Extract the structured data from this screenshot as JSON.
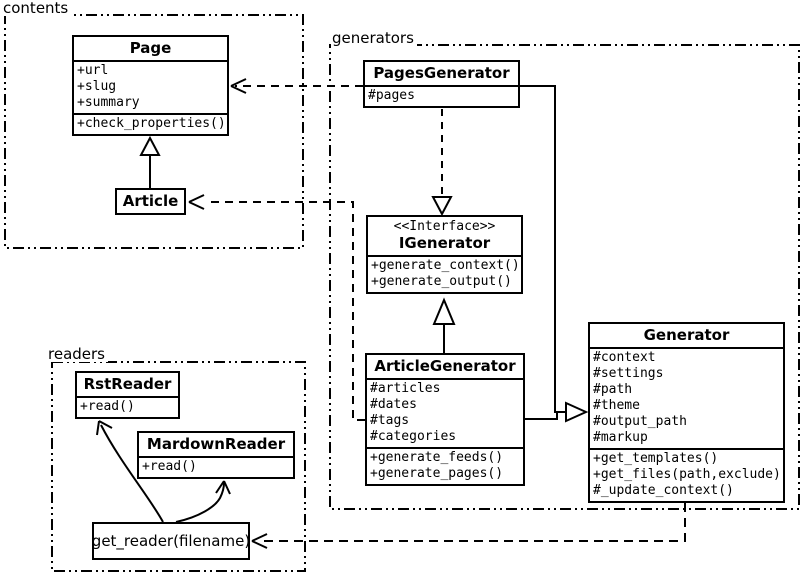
{
  "packages": {
    "contents": {
      "label": "contents"
    },
    "generators": {
      "label": "generators"
    },
    "readers": {
      "label": "readers"
    }
  },
  "classes": {
    "page": {
      "name": "Page",
      "attributes": [
        "+url",
        "+slug",
        "+summary"
      ],
      "methods": [
        "+check_properties()"
      ]
    },
    "article": {
      "name": "Article"
    },
    "pages_generator": {
      "name": "PagesGenerator",
      "attributes": [
        "#pages"
      ]
    },
    "igenerator": {
      "stereotype": "<<Interface>>",
      "name": "IGenerator",
      "methods": [
        "+generate_context()",
        "+generate_output()"
      ]
    },
    "article_generator": {
      "name": "ArticleGenerator",
      "attributes": [
        "#articles",
        "#dates",
        "#tags",
        "#categories"
      ],
      "methods": [
        "+generate_feeds()",
        "+generate_pages()"
      ]
    },
    "generator": {
      "name": "Generator",
      "attributes": [
        "#context",
        "#settings",
        "#path",
        "#theme",
        "#output_path",
        "#markup"
      ],
      "methods": [
        "+get_templates()",
        "+get_files(path,exclude)",
        "#_update_context()"
      ]
    },
    "rst_reader": {
      "name": "RstReader",
      "methods": [
        "+read()"
      ]
    },
    "mardown_reader": {
      "name": "MardownReader",
      "methods": [
        "+read()"
      ]
    },
    "get_reader": {
      "label": "get_reader(filename)"
    }
  },
  "colors": {
    "line": "#000000",
    "background": "#ffffff",
    "box_fill": "#ffffff"
  }
}
